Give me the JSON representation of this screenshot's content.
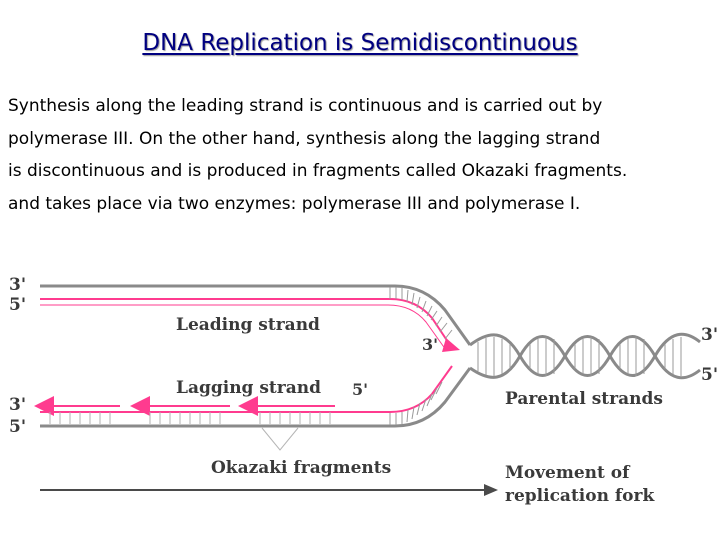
{
  "title": "DNA Replication is Semidiscontinuous",
  "paragraph": [
    "Synthesis along the leading strand is continuous and is carried out by",
    "polymerase III. On the other hand, synthesis along the lagging strand",
    "is discontinuous and is produced in fragments called Okazaki fragments.",
    "and takes place via two enzymes: polymerase III and polymerase I."
  ],
  "diagram": {
    "left_end_top_strand": "3'",
    "left_end_top_new": "5'",
    "left_end_bottom_strand": "3'",
    "left_end_bottom_new": "5'",
    "leading_strand": "Leading strand",
    "lagging_strand": "Lagging strand",
    "leading_growth_end": "3'",
    "lagging_fragment_end": "5'",
    "parental_strands": "Parental strands",
    "parental_top_end": "3'",
    "parental_bottom_end": "5'",
    "okazaki_fragments": "Okazaki fragments",
    "movement_line1": "Movement of",
    "movement_line2": "replication fork",
    "colors": {
      "new_strand": "#ff3b8f",
      "parental_strand": "#8a8a8a",
      "label": "#3a3a3a",
      "title": "#000080"
    }
  }
}
